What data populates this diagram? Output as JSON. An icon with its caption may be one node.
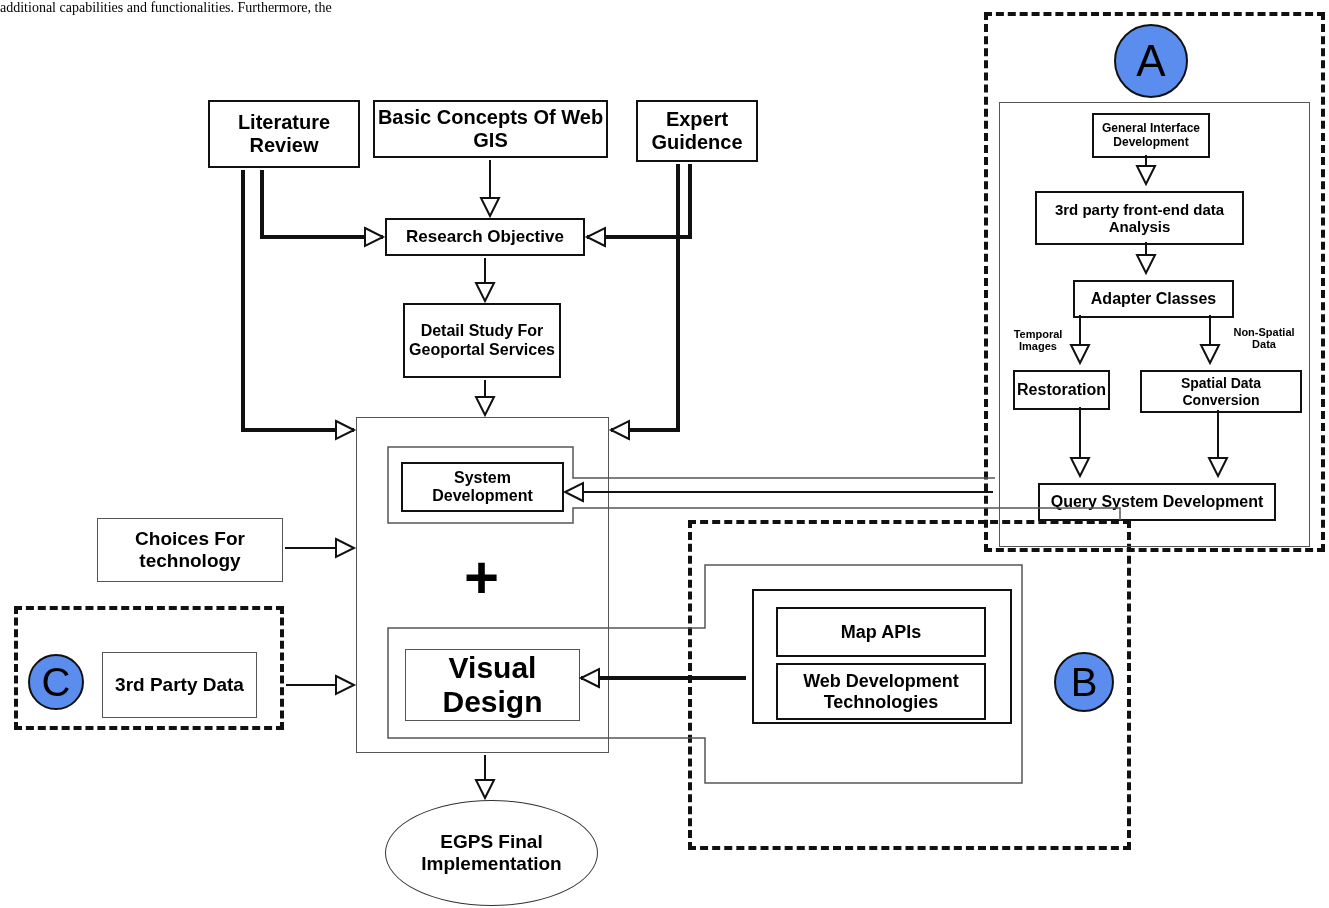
{
  "diagram": {
    "nodes": [
      {
        "text": [
          "Literature Review"
        ]
      },
      {
        "text": [
          "Basic Concepts Of Web GIS"
        ]
      },
      {
        "text": [
          "Expert Guidence"
        ]
      },
      {
        "text": [
          "Research Objective"
        ]
      },
      {
        "text": [
          "Detail Study For Geoportal Services"
        ]
      },
      {
        "text": [],
        "shape": "box"
      },
      {
        "text": [
          "System Development"
        ],
        "in": 5
      },
      {
        "text": [
          "Visual Design"
        ],
        "in": 5
      },
      {
        "text": [
          "Choices For technology"
        ]
      },
      {
        "text": [],
        "shape": "box"
      },
      {
        "text": [
          "C"
        ],
        "in": 9
      },
      {
        "text": [
          "3rd Party Data"
        ],
        "in": 9
      },
      {
        "text": [],
        "shape": "box"
      },
      {
        "text": [],
        "shape": "box",
        "in": 12
      },
      {
        "text": [
          "Map APIs"
        ],
        "in": 13
      },
      {
        "text": [
          "Web Development Technologies"
        ],
        "in": 13
      },
      {
        "text": [
          "B"
        ],
        "in": 12
      },
      {
        "text": [],
        "shape": "box"
      },
      {
        "text": [
          "A"
        ],
        "in": 17
      },
      {
        "text": [],
        "shape": "box",
        "in": 17
      },
      {
        "text": [
          "General Interface Development"
        ],
        "in": 19
      },
      {
        "text": [
          "3rd party front-end data Analysis"
        ],
        "in": 19
      },
      {
        "text": [
          "Adapter Classes"
        ],
        "in": 19
      },
      {
        "text": [
          "Restoration"
        ],
        "in": 19
      },
      {
        "text": [
          "Spatial Data Conversion"
        ],
        "in": 19
      },
      {
        "text": [
          "Query System Development"
        ],
        "in": 19
      },
      {
        "text": [
          "EGPS Final Implementation"
        ]
      }
    ],
    "edges": [
      {
        "from": 1,
        "to": 3,
        "arrow": "to"
      },
      {
        "from": 0,
        "to": 3,
        "arrow": "to",
        "style": "thick"
      },
      {
        "from": 2,
        "to": 3,
        "arrow": "to",
        "style": "thick"
      },
      {
        "from": 3,
        "to": 4,
        "arrow": "to"
      },
      {
        "from": 0,
        "to": 5,
        "arrow": "to",
        "style": "thick"
      },
      {
        "from": 2,
        "to": 5,
        "arrow": "to",
        "style": "thick"
      },
      {
        "from": 4,
        "to": 5,
        "arrow": "to"
      },
      {
        "from": 8,
        "to": 5,
        "arrow": "to"
      },
      {
        "from": 9,
        "to": 5,
        "arrow": "to"
      },
      {
        "from": 19,
        "to": 6,
        "arrow": "to"
      },
      {
        "from": 13,
        "to": 7,
        "arrow": "to",
        "style": "thick"
      },
      {
        "from": 5,
        "to": 26,
        "arrow": "to"
      },
      {
        "from": 20,
        "to": 21,
        "arrow": "to"
      },
      {
        "from": 21,
        "to": 22,
        "arrow": "to"
      },
      {
        "from": 22,
        "to": 23,
        "arrow": "to"
      },
      {
        "from": 22,
        "to": 24,
        "arrow": "to"
      },
      {
        "from": 23,
        "to": 25,
        "arrow": "to"
      },
      {
        "from": 24,
        "to": 25,
        "arrow": "to"
      }
    ],
    "labels": [
      "additional capabilities and functionalities. Furthermore, the",
      "+",
      "Temporal Images",
      "Non-Spatial Data"
    ]
  }
}
